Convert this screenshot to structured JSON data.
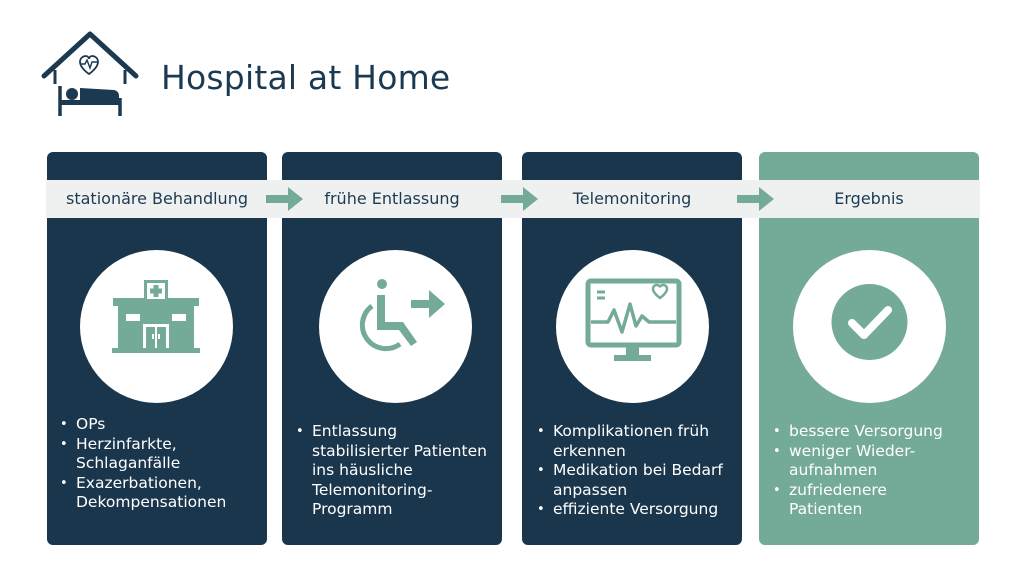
{
  "title": "Hospital at Home",
  "steps": [
    {
      "label": "stationäre Behandlung",
      "icon": "hospital-building-icon",
      "bullets": [
        "OPs",
        "Herzinfarkte, Schlaganfälle",
        "Exazerbationen, Dekompensationen"
      ]
    },
    {
      "label": "frühe Entlassung",
      "icon": "wheelchair-exit-icon",
      "bullets": [
        "Entlassung stabilisierter Patienten ins häusliche Telemonitoring-Programm"
      ]
    },
    {
      "label": "Telemonitoring",
      "icon": "monitor-heart-icon",
      "bullets": [
        "Komplikationen früh erkennen",
        "Medikation bei Bedarf anpassen",
        "effiziente Versorgung"
      ]
    },
    {
      "label": "Ergebnis",
      "icon": "checkmark-icon",
      "bullets": [
        "bessere Versorgung",
        "weniger Wieder-aufnahmen",
        "zufriedenere Patienten"
      ]
    }
  ],
  "colors": {
    "navy": "#1a364d",
    "green": "#74aa98",
    "band": "#eff1f1"
  }
}
